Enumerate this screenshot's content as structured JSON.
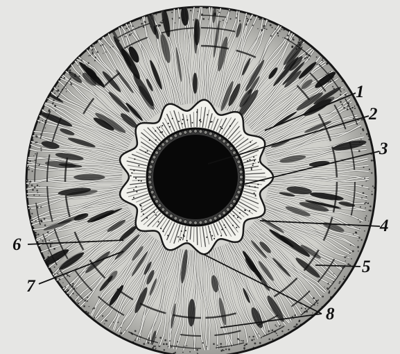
{
  "figure": {
    "subject": "iris-anterior-surface",
    "colors": {
      "paper": "#e6e6e4",
      "ink": "#101010",
      "fiber": "#f4f4f0",
      "pupil": "#080808"
    }
  },
  "callouts": [
    {
      "id": "1",
      "label": "1"
    },
    {
      "id": "2",
      "label": "2"
    },
    {
      "id": "3",
      "label": "3"
    },
    {
      "id": "4",
      "label": "4"
    },
    {
      "id": "5",
      "label": "5"
    },
    {
      "id": "6",
      "label": "6"
    },
    {
      "id": "7",
      "label": "7"
    },
    {
      "id": "8",
      "label": "8"
    }
  ]
}
